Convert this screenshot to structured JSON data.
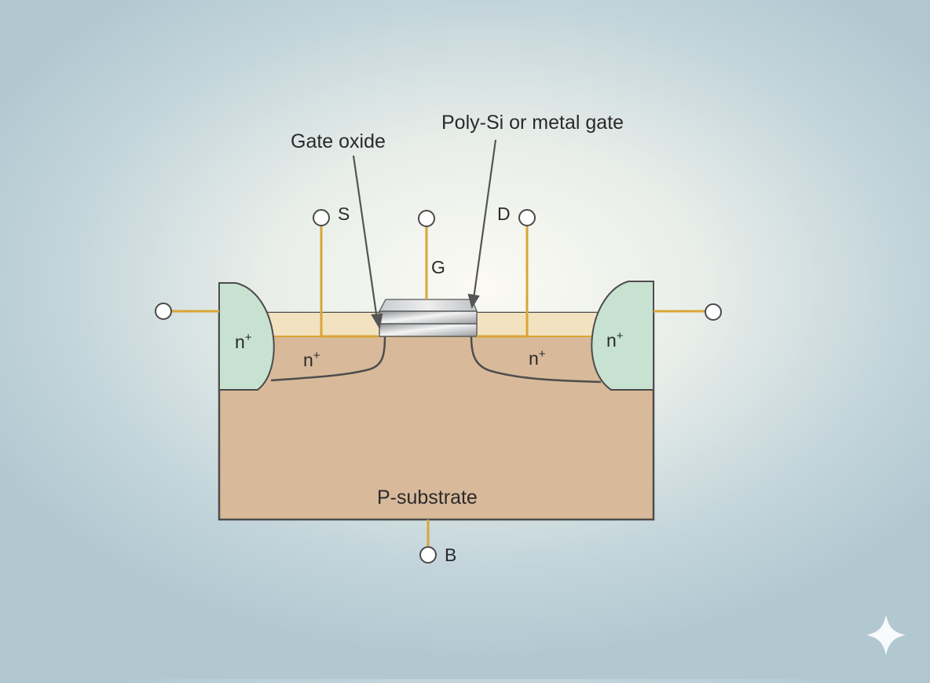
{
  "labels": {
    "gate_oxide": "Gate oxide",
    "gate_material": "Poly-Si or metal gate",
    "source": "S",
    "gate": "G",
    "drain": "D",
    "body": "B",
    "substrate": "P-substrate",
    "n_plus": "n",
    "plus": "+"
  },
  "colors": {
    "substrate": "#d8b99a",
    "oxide_layer": "#f3e2c0",
    "n_plus_contact": "#c8e2d2",
    "wire": "#d9a636",
    "outline": "#505050",
    "gate_metal": "#b9bcbe"
  },
  "icons": {
    "corner": "sparkle-icon"
  }
}
